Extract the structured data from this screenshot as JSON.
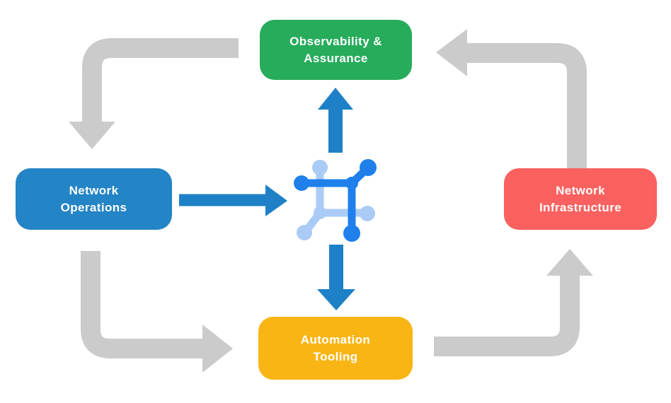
{
  "diagram": {
    "nodes": {
      "observability": {
        "line1": "Observability &",
        "line2": "Assurance",
        "color": "#27AC5C"
      },
      "operations": {
        "line1": "Network",
        "line2": "Operations",
        "color": "#2384C6"
      },
      "infrastructure": {
        "line1": "Network",
        "line2": "Infrastructure",
        "color": "#FA615F"
      },
      "automation": {
        "line1": "Automation",
        "line2": "Tooling",
        "color": "#F9B513"
      }
    },
    "hub_icon": {
      "name": "network-hub-icon",
      "dark_color": "#1F80EB",
      "light_color": "#A9CBF6"
    },
    "arrows": {
      "cycle_color": "#CBCBCB",
      "hub_color": "#1E81C7"
    }
  }
}
